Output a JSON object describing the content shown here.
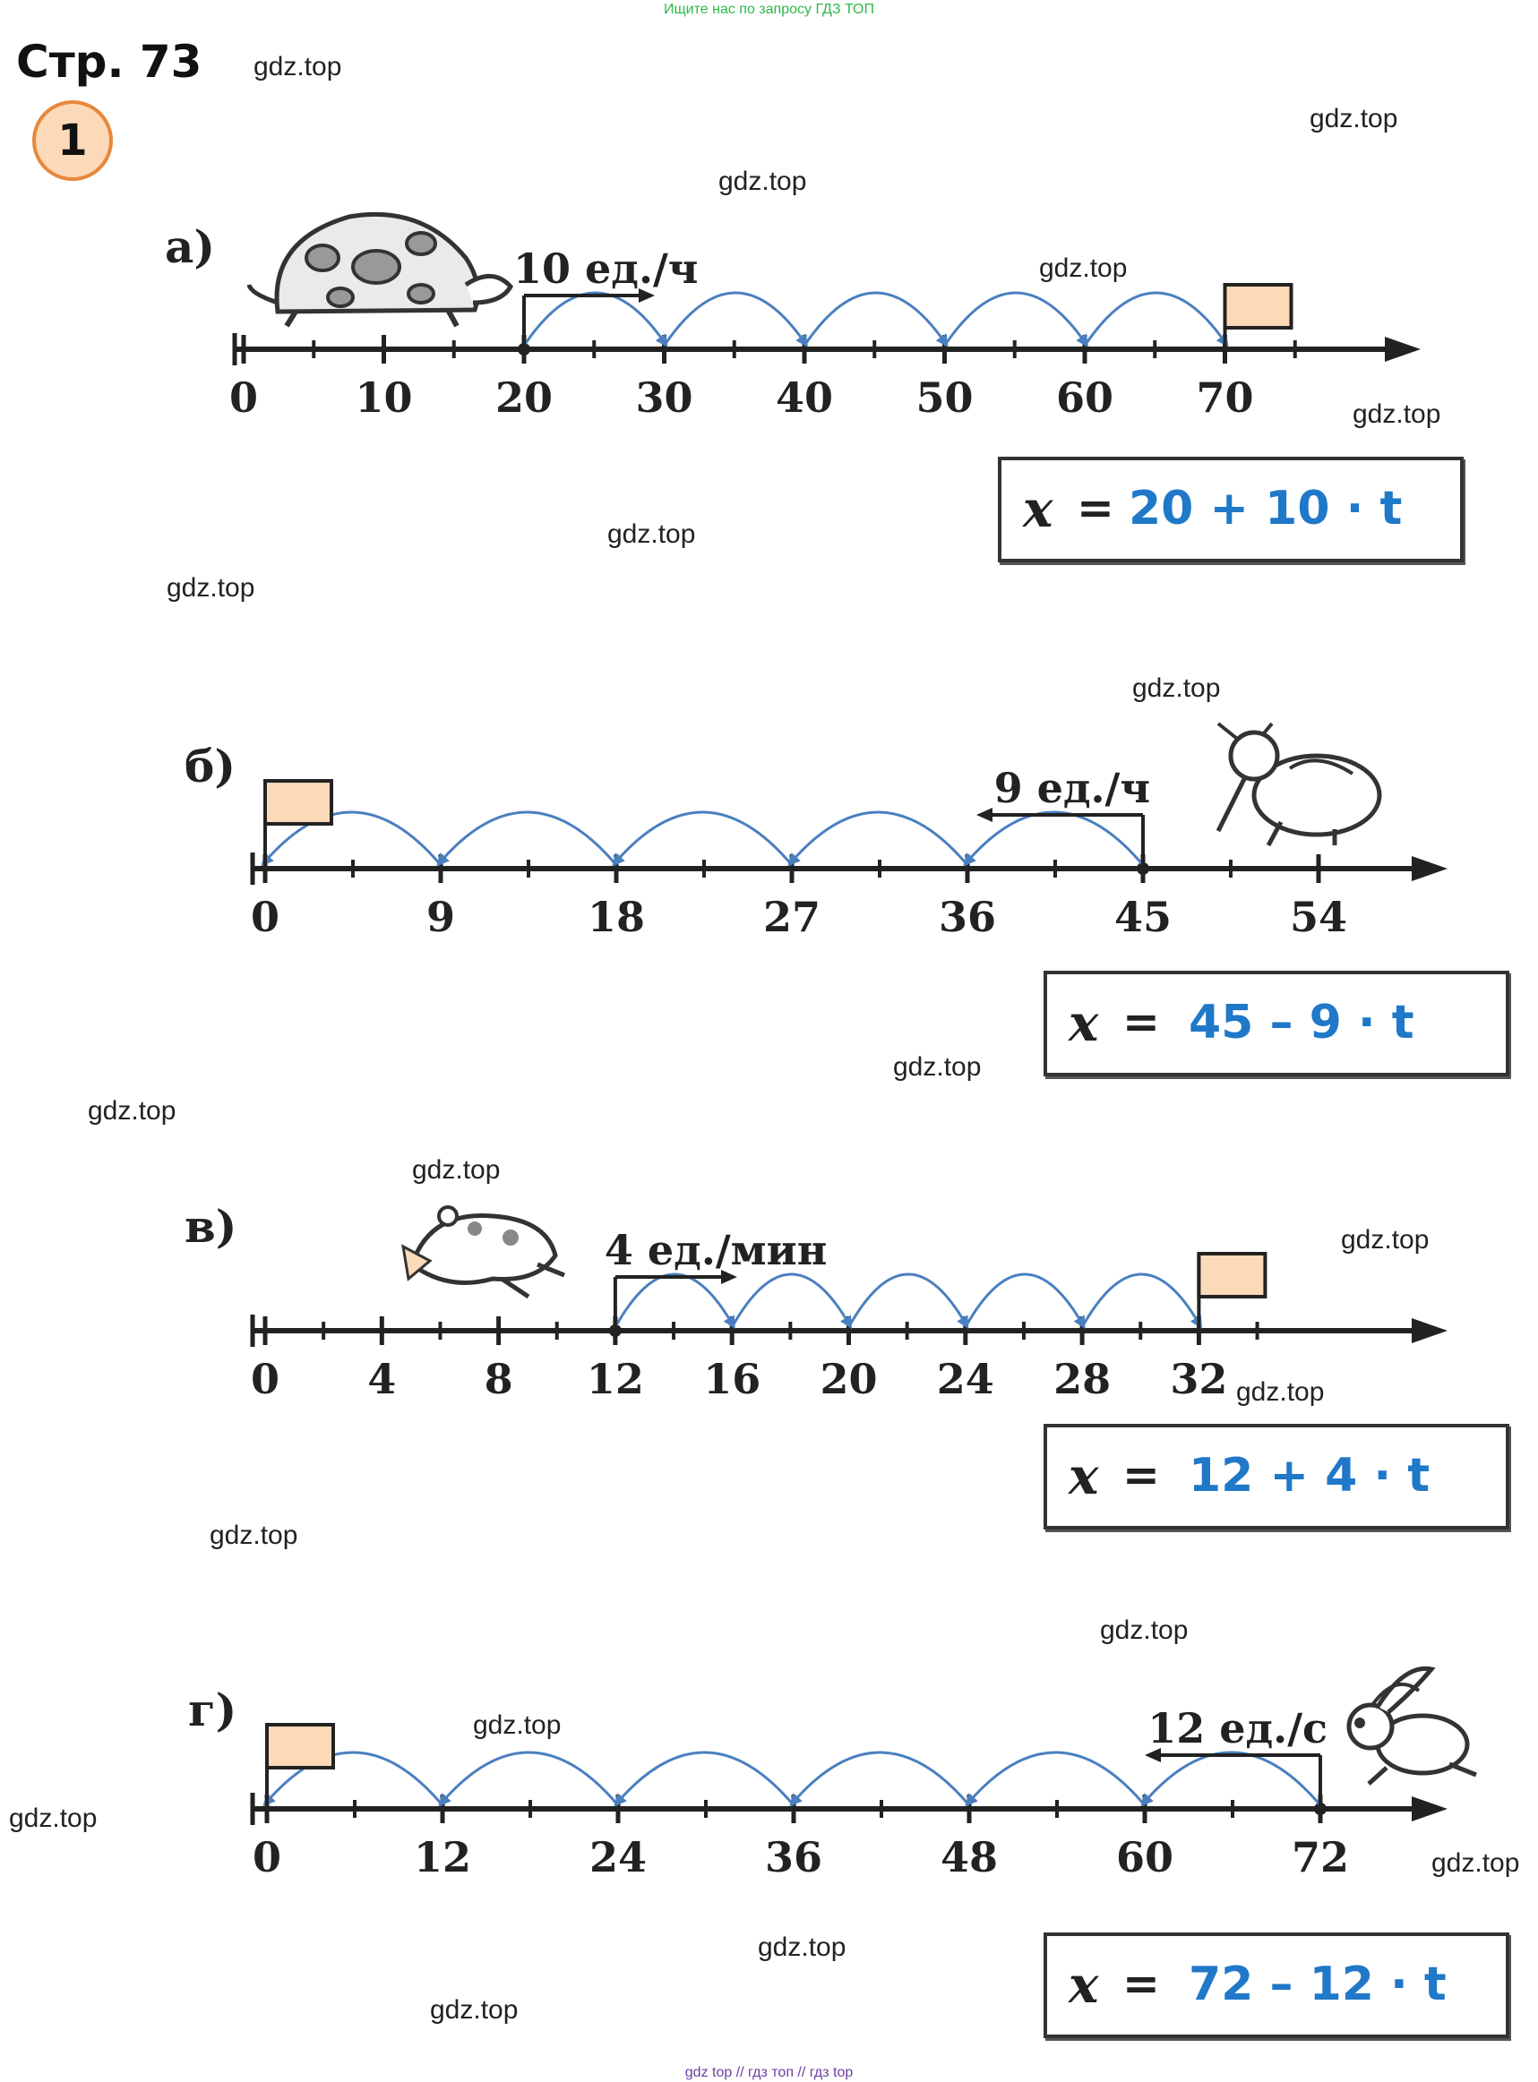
{
  "header": {
    "banner": "Ищите нас по запросу ГДЗ ТОП",
    "page_title": "Стр. 73",
    "task_number": "1"
  },
  "watermark_text": "gdz.top",
  "footer": "gdz top  //  гдз топ  //  гдз top",
  "colors": {
    "formula_blue": "#1f78c8",
    "arc_blue": "#4a7fc0",
    "flag_fill": "#fcd9b8",
    "badge_border": "#e8873b"
  },
  "sections": [
    {
      "label": "а)",
      "animal": "turtle-icon",
      "speed": "10 ед./ч",
      "direction": "right",
      "ticks": [
        "0",
        "10",
        "20",
        "30",
        "40",
        "50",
        "60",
        "70"
      ],
      "start": "20",
      "finish": "70",
      "formula_var": "x",
      "formula_eq": "=",
      "formula_expr": "20 + 10 · t"
    },
    {
      "label": "б)",
      "animal": "beetle-icon",
      "speed": "9 ед./ч",
      "direction": "left",
      "ticks": [
        "0",
        "9",
        "18",
        "27",
        "36",
        "45",
        "54"
      ],
      "start": "45",
      "finish": "0",
      "formula_var": "x",
      "formula_eq": "=",
      "formula_expr": "45 – 9 · t"
    },
    {
      "label": "в)",
      "animal": "frog-icon",
      "speed": "4 ед./мин",
      "direction": "right",
      "ticks": [
        "0",
        "4",
        "8",
        "12",
        "16",
        "20",
        "24",
        "28",
        "32"
      ],
      "start": "12",
      "finish": "32",
      "formula_var": "x",
      "formula_eq": "=",
      "formula_expr": "12 + 4 · t"
    },
    {
      "label": "г)",
      "animal": "rabbit-icon",
      "speed": "12 ед./с",
      "direction": "left",
      "ticks": [
        "0",
        "12",
        "24",
        "36",
        "48",
        "60",
        "72"
      ],
      "start": "72",
      "finish": "0",
      "formula_var": "x",
      "formula_eq": "=",
      "formula_expr": "72 – 12 · t"
    }
  ]
}
